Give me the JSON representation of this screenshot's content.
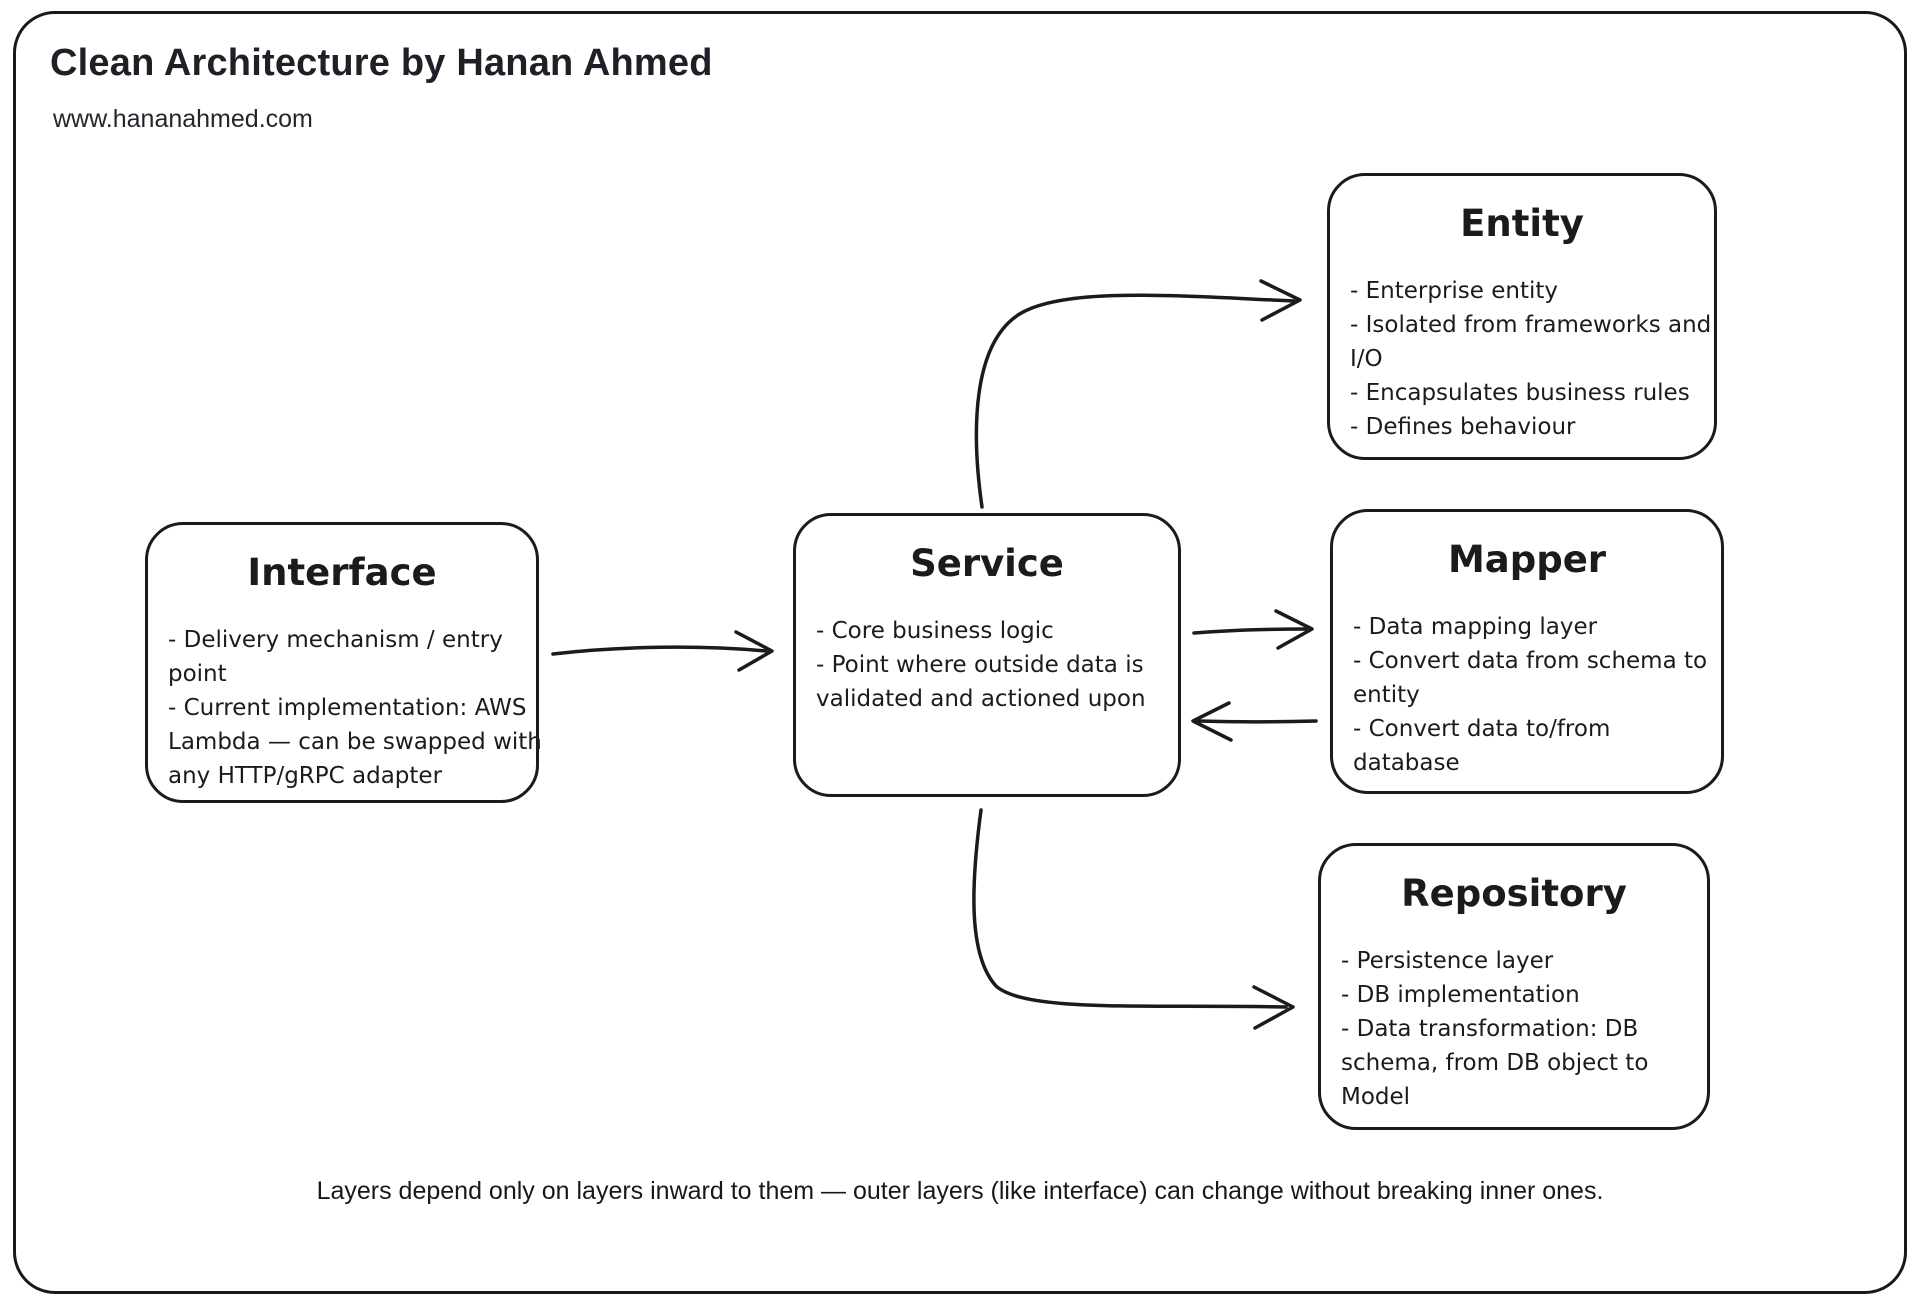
{
  "colors": {
    "ink": "#1b1b1b",
    "background": "#ffffff"
  },
  "header": {
    "title": "Clean Architecture by Hanan Ahmed",
    "url": "www.hananahmed.com"
  },
  "boxes": [
    {
      "id": "interface",
      "title": "Interface",
      "lines": [
        "- Delivery mechanism / entry",
        "point",
        "- Current implementation: AWS",
        "Lambda — can be swapped with",
        "any HTTP/gRPC adapter"
      ]
    },
    {
      "id": "service",
      "title": "Service",
      "lines": [
        "- Core business logic",
        "- Point where outside data is",
        "validated and actioned upon"
      ]
    },
    {
      "id": "entity",
      "title": "Entity",
      "lines": [
        "- Enterprise entity",
        "- Isolated from frameworks and",
        "I/O",
        "- Encapsulates business rules",
        "- Defines behaviour"
      ]
    },
    {
      "id": "mapper",
      "title": "Mapper",
      "lines": [
        "- Data mapping layer",
        "- Convert data from schema to",
        "entity",
        "- Convert data to/from",
        "database"
      ]
    },
    {
      "id": "repository",
      "title": "Repository",
      "lines": [
        "- Persistence layer",
        "- DB implementation",
        "- Data transformation: DB",
        "schema, from DB object to",
        "Model"
      ]
    }
  ],
  "connections": [
    {
      "from": "Interface",
      "to": "Service"
    },
    {
      "from": "Service",
      "to": "Entity"
    },
    {
      "from": "Service",
      "to": "Mapper"
    },
    {
      "from": "Mapper",
      "to": "Service"
    },
    {
      "from": "Service",
      "to": "Repository"
    }
  ],
  "caption": "Layers depend only on layers inward to them — outer layers (like interface) can change without breaking inner ones."
}
